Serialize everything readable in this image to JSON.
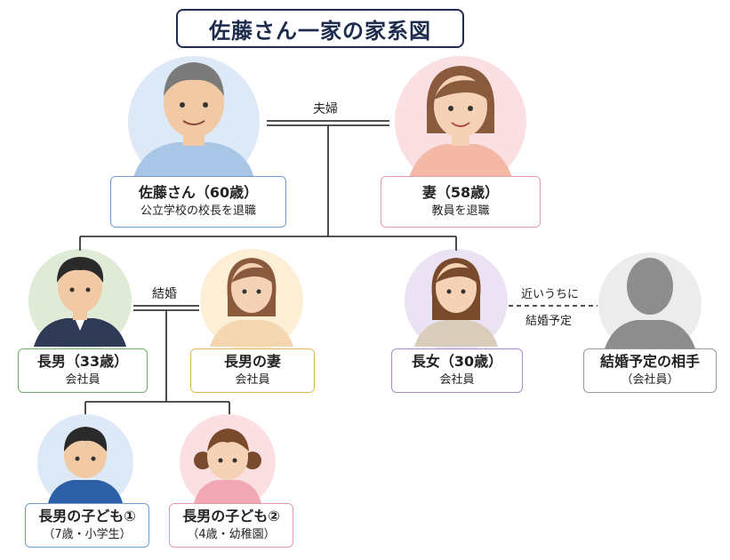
{
  "title": "佐藤さん一家の家系図",
  "relations": {
    "married": "夫婦",
    "kekkon": "結婚",
    "engaged_line1": "近いうちに",
    "engaged_line2": "結婚予定"
  },
  "people": {
    "father": {
      "name": "佐藤さん（60歳）",
      "desc": "公立学校の校長を退職"
    },
    "mother": {
      "name": "妻（58歳）",
      "desc": "教員を退職"
    },
    "son": {
      "name": "長男（33歳）",
      "desc": "会社員"
    },
    "son_wife": {
      "name": "長男の妻",
      "desc": "会社員"
    },
    "daughter": {
      "name": "長女（30歳）",
      "desc": "会社員"
    },
    "fiance": {
      "name": "結婚予定の相手",
      "desc": "（会社員）"
    },
    "child1": {
      "name": "長男の子ども①",
      "desc": "（7歳・小学生）"
    },
    "child2": {
      "name": "長男の子ども②",
      "desc": "（4歳・幼稚園）"
    }
  },
  "colors": {
    "father": "#6d9bd1",
    "mother": "#e59aa5",
    "son": "#6fae6a",
    "son_wife": "#e8b65a",
    "daughter": "#a58cc4",
    "fiance": "#9a9a9a",
    "child1": "#6d9bd1",
    "child2": "#e59aa5",
    "line": "#3a3a3a"
  }
}
